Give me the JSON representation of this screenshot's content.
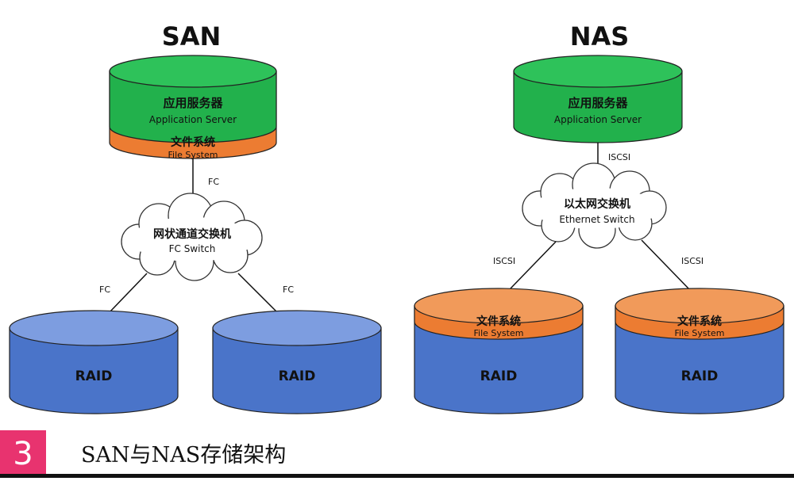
{
  "colors": {
    "server_green": "#22b14c",
    "server_green_top": "#2ec25a",
    "fs_orange": "#ec7c32",
    "fs_orange_top": "#f19a5a",
    "raid_blue": "#4a74c9",
    "raid_blue_top": "#7d9de0",
    "accent_pink": "#e8336f"
  },
  "san": {
    "title": "SAN",
    "server_zh": "应用服务器",
    "server_en": "Application Server",
    "fs_zh": "文件系统",
    "fs_en": "File System",
    "link_top": "FC",
    "switch_zh": "网状通道交换机",
    "switch_en": "FC Switch",
    "link_left": "FC",
    "link_right": "FC",
    "raid_left": "RAID",
    "raid_right": "RAID"
  },
  "nas": {
    "title": "NAS",
    "server_zh": "应用服务器",
    "server_en": "Application Server",
    "link_top": "ISCSI",
    "switch_zh": "以太网交换机",
    "switch_en": "Ethernet Switch",
    "link_left": "ISCSI",
    "link_right": "ISCSI",
    "fs_left_zh": "文件系统",
    "fs_left_en": "File System",
    "fs_right_zh": "文件系统",
    "fs_right_en": "File System",
    "raid_left": "RAID",
    "raid_right": "RAID"
  },
  "caption": {
    "number": "3",
    "text": "SAN与NAS存储架构"
  }
}
